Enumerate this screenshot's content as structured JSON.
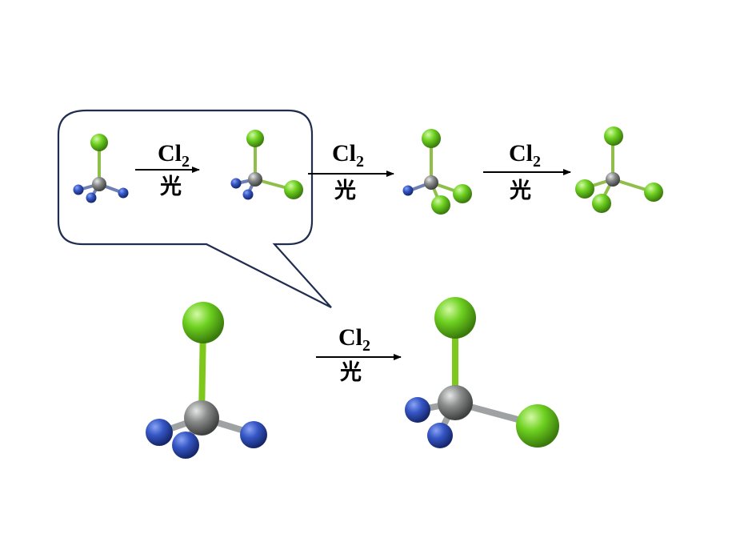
{
  "reagent": {
    "symbol": "Cl",
    "subscript": "2"
  },
  "condition": "光",
  "colors": {
    "carbon": "#8a8c8c",
    "hydrogen": "#3556c6",
    "chlorine": "#6ed120",
    "bond_light": "#9fa2a3",
    "callout_border": "#1f2d4f",
    "arrow": "#000000"
  },
  "molecules": [
    {
      "name": "CH3Cl",
      "substituents": [
        "Cl",
        "H",
        "H",
        "H"
      ]
    },
    {
      "name": "CH2Cl2",
      "substituents": [
        "Cl",
        "Cl",
        "H",
        "H"
      ]
    },
    {
      "name": "CHCl3",
      "substituents": [
        "Cl",
        "Cl",
        "Cl",
        "H"
      ]
    },
    {
      "name": "CCl4",
      "substituents": [
        "Cl",
        "Cl",
        "Cl",
        "Cl"
      ]
    }
  ]
}
